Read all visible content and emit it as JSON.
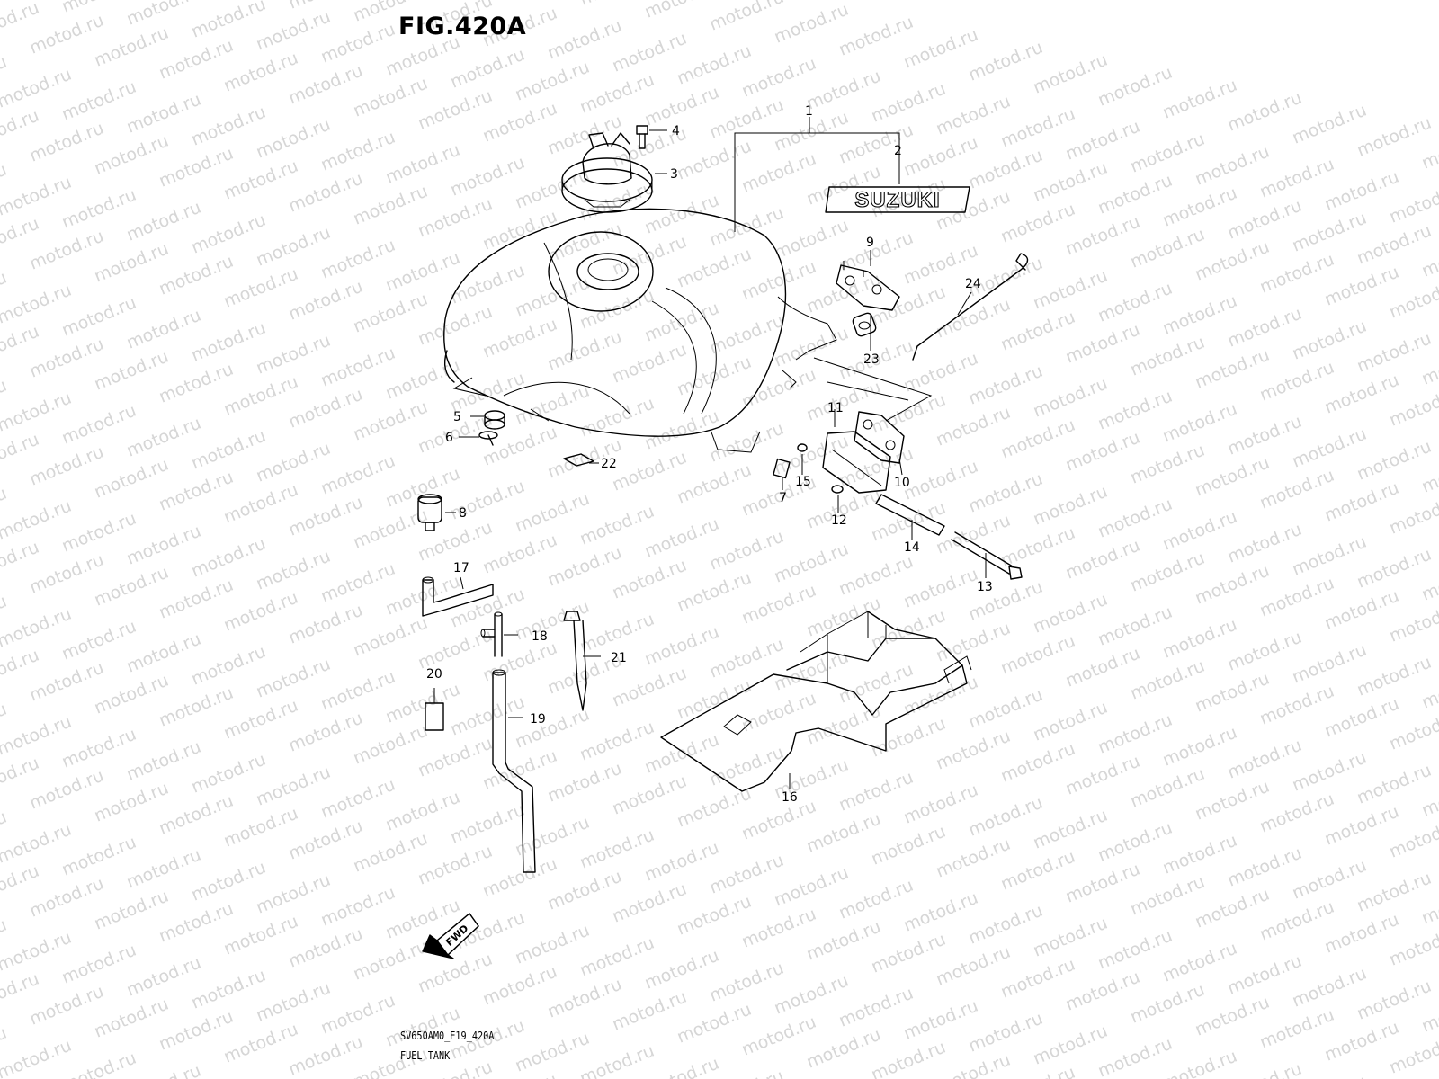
{
  "figure": {
    "title": "FIG.420A",
    "code": "SV650AM0_E19_420A",
    "name": "FUEL TANK"
  },
  "watermark": "motod.ru",
  "emblem_text": "SUZUKI",
  "fwd_label": "FWD",
  "callouts": [
    "1",
    "2",
    "3",
    "4",
    "5",
    "6",
    "7",
    "8",
    "9",
    "10",
    "11",
    "12",
    "13",
    "14",
    "15",
    "16",
    "17",
    "18",
    "19",
    "20",
    "21",
    "22",
    "23",
    "24"
  ]
}
